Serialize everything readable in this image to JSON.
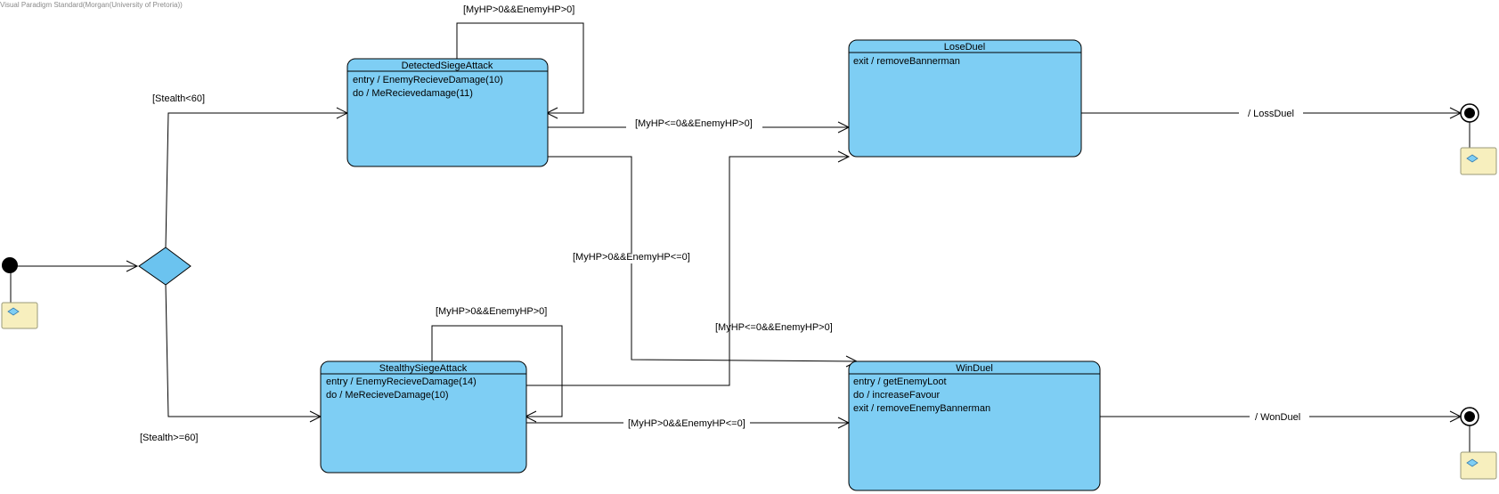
{
  "tool": {
    "watermark": "Visual Paradigm Standard(Morgan(University of Pretoria))"
  },
  "colors": {
    "state_fill": "#7ecef4",
    "state_stroke": "#000000",
    "note_fill": "#f7efbe",
    "note_stroke": "#9a9a7a",
    "decision_fill": "#6bc3ef"
  },
  "states": {
    "detected": {
      "name": "DetectedSiegeAttack",
      "actions": [
        "entry / EnemyRecieveDamage(10)",
        "do / MeRecievedamage(11)"
      ]
    },
    "stealthy": {
      "name": "StealthySiegeAttack",
      "actions": [
        "entry / EnemyRecieveDamage(14)",
        "do / MeRecieveDamage(10)"
      ]
    },
    "lose": {
      "name": "LoseDuel",
      "actions": [
        "exit / removeBannerman"
      ]
    },
    "win": {
      "name": "WinDuel",
      "actions": [
        "entry / getEnemyLoot",
        "do / increaseFavour",
        "exit / removeEnemyBannerman"
      ]
    }
  },
  "transitions": {
    "stealth_low": "[Stealth<60]",
    "stealth_high": "[Stealth>=60]",
    "detected_self": "[MyHP>0&&EnemyHP>0]",
    "detected_to_lose": "[MyHP<=0&&EnemyHP>0]",
    "detected_to_win": "[MyHP>0&&EnemyHP<=0]",
    "stealthy_self": "[MyHP>0&&EnemyHP>0]",
    "stealthy_to_lose": "[MyHP<=0&&EnemyHP>0]",
    "stealthy_to_win": "[MyHP>0&&EnemyHP<=0]",
    "lose_to_final": "/ LossDuel",
    "win_to_final": "/ WonDuel"
  }
}
